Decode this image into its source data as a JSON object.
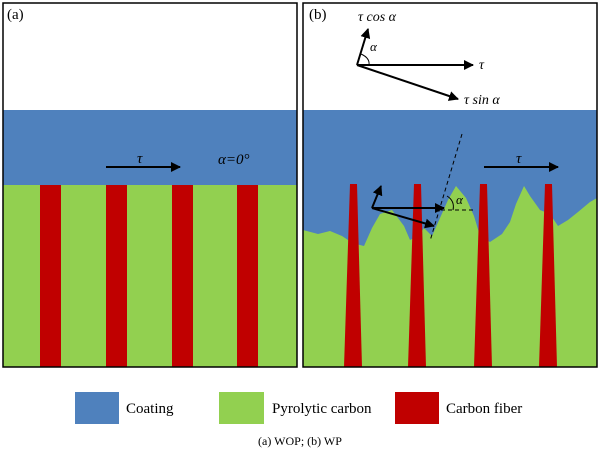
{
  "panel_a": {
    "label": "(a)",
    "tau": "τ",
    "alpha_label": "α=0°"
  },
  "panel_b": {
    "label": "(b)",
    "tau_cos": "τ cos α",
    "alpha_small": "α",
    "tau_right": "τ",
    "tau_sin": "τ sin α",
    "tau_layer": "τ",
    "alpha_mid": "α"
  },
  "legend": [
    {
      "label": "Coating",
      "color": "#4f81bd"
    },
    {
      "label": "Pyrolytic carbon",
      "color": "#92d050"
    },
    {
      "label": "Carbon fiber",
      "color": "#c00000"
    }
  ],
  "caption": "(a) WOP; (b) WP",
  "colors": {
    "coating": "#4f81bd",
    "pyrolytic": "#92d050",
    "fiber": "#c00000",
    "border": "#000000"
  }
}
